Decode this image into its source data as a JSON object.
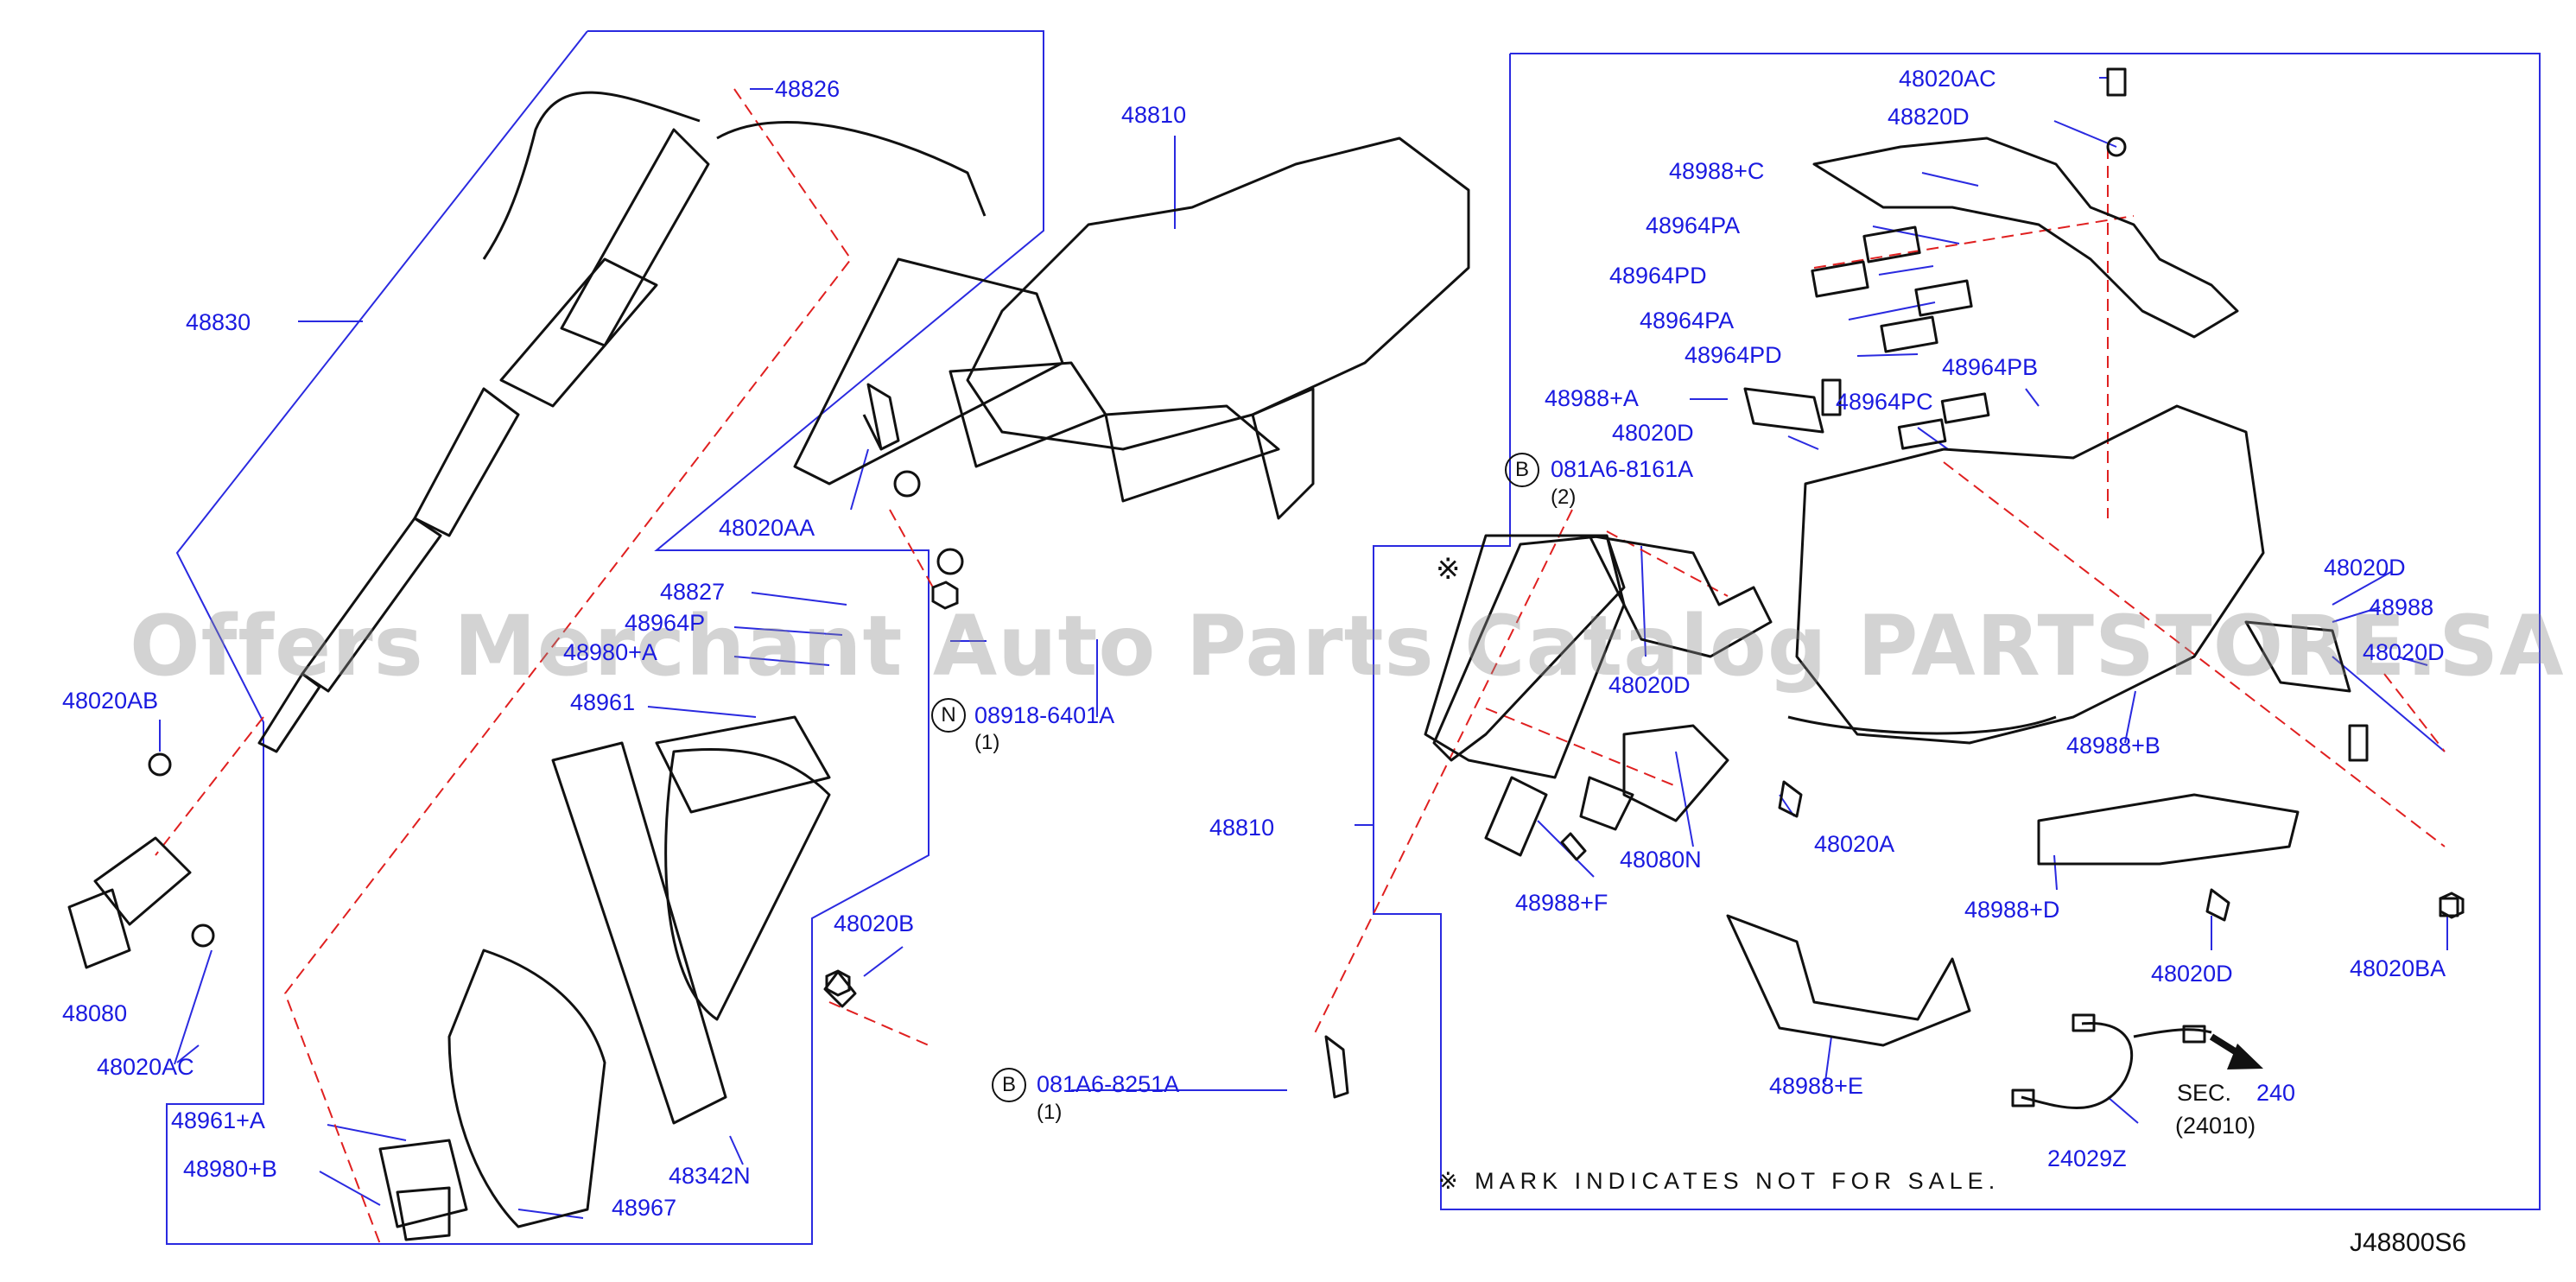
{
  "diagram_code": "J48800S6",
  "watermark": "Offers Merchant Auto Parts Catalog PARTSTORE.SA",
  "note": "※ MARK  INDICATES  NOT  FOR  SALE.",
  "notsale_symbol": "※",
  "part_labels": {
    "p48826": "48826",
    "p48830": "48830",
    "p48810a": "48810",
    "p48020AA": "48020AA",
    "p48827": "48827",
    "p48964P": "48964P",
    "p48980A": "48980+A",
    "p48961": "48961",
    "p48020AB": "48020AB",
    "p48080": "48080",
    "p48020AC_l": "48020AC",
    "p48961A": "48961+A",
    "p48980B": "48980+B",
    "p48967": "48967",
    "p48342N": "48342N",
    "p48020B": "48020B",
    "p08918": "08918-6401A",
    "p08918_qty": "(1)",
    "p48810b": "48810",
    "p081A6_8251": "081A6-8251A",
    "p081A6_8251_qty": "(1)",
    "p48020AC_r": "48020AC",
    "p48820D": "48820D",
    "p48988C": "48988+C",
    "p48964PA1": "48964PA",
    "p48964PD1": "48964PD",
    "p48964PA2": "48964PA",
    "p48964PD2": "48964PD",
    "p48964PB": "48964PB",
    "p48988A": "48988+A",
    "p48964PC": "48964PC",
    "p48020D1": "48020D",
    "p081A6_8161": "081A6-8161A",
    "p081A6_8161_qty": "(2)",
    "p48020D2": "48020D",
    "p48988": "48988",
    "p48020D3": "48020D",
    "p48020D4": "48020D",
    "p48988B": "48988+B",
    "p48080N": "48080N",
    "p48020A": "48020A",
    "p48988F": "48988+F",
    "p48988D": "48988+D",
    "p48020D5": "48020D",
    "p48020BA": "48020BA",
    "p48988E": "48988+E",
    "p24029Z": "24029Z",
    "sec": "SEC.",
    "sec_num": "240",
    "sec_ref": "(24010)"
  },
  "circle_markers": {
    "n": "N",
    "b1": "B",
    "b2": "B"
  },
  "colors": {
    "label": "#1a1ae0",
    "line": "#2a2ae0",
    "drawing": "#111111",
    "dash": "#e02020"
  }
}
